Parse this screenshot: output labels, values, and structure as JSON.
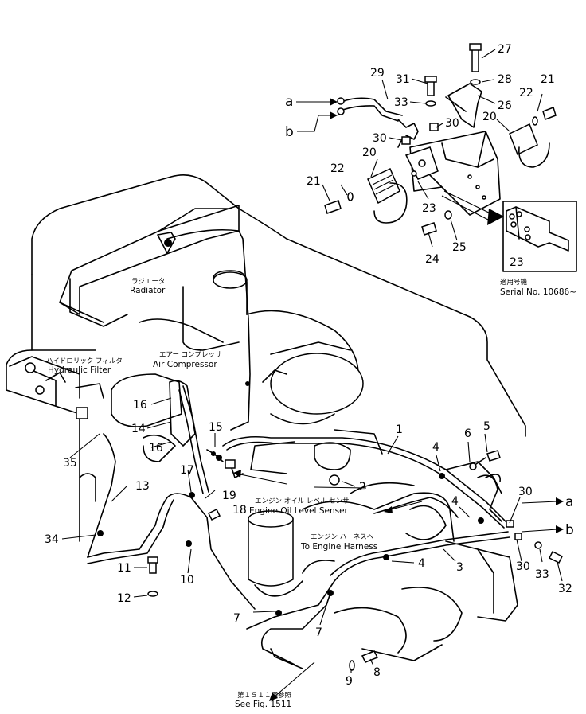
{
  "labels": {
    "radiator_jp": "ラジエータ",
    "radiator_en": "Radiator",
    "hydraulic_filter_jp": "ハイドロリック フィルタ",
    "hydraulic_filter_en": "Hydraulic Filter",
    "air_compressor_jp": "エアー コンプレッサ",
    "air_compressor_en": "Air Compressor",
    "oil_level_jp": "エンジン オイル レベル センサ",
    "oil_level_en": "Engine Oil Level Senser",
    "harness_jp": "エンジン ハーネスへ",
    "harness_en": "To Engine Harness",
    "see_fig_jp": "第１５１１図参照",
    "see_fig_en": "See Fig. 1511",
    "serial_jp": "適用号機",
    "serial_en": "Serial No. 10686~"
  },
  "connectors": {
    "a": "a",
    "b": "b"
  },
  "part_numbers": {
    "p1": "1",
    "p2": "2",
    "p3": "3",
    "p4a": "4",
    "p4b": "4",
    "p4c": "4",
    "p5": "5",
    "p6": "6",
    "p7a": "7",
    "p7b": "7",
    "p8": "8",
    "p9": "9",
    "p10": "10",
    "p11": "11",
    "p12": "12",
    "p13": "13",
    "p14": "14",
    "p15": "15",
    "p16a": "16",
    "p16b": "16",
    "p17": "17",
    "p18": "18",
    "p19": "19",
    "p20a": "20",
    "p20b": "20",
    "p21a": "21",
    "p21b": "21",
    "p22a": "22",
    "p22b": "22",
    "p23a": "23",
    "p23b": "23",
    "p24": "24",
    "p25": "25",
    "p26": "26",
    "p27": "27",
    "p28": "28",
    "p29": "29",
    "p30a": "30",
    "p30b": "30",
    "p30c": "30",
    "p30d": "30",
    "p31": "31",
    "p32": "32",
    "p33a": "33",
    "p33b": "33",
    "p34": "34",
    "p35": "35"
  }
}
